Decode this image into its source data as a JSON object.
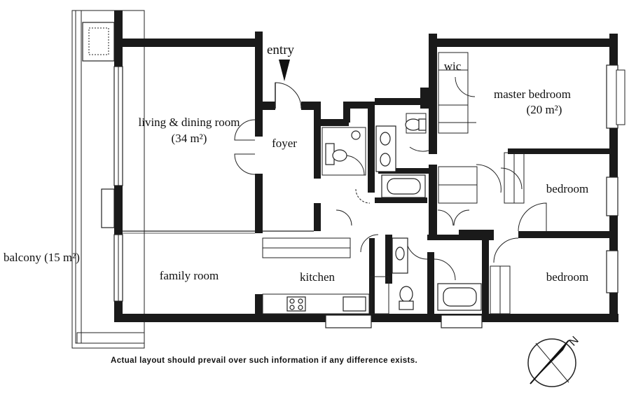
{
  "entry_label": "entry",
  "rooms": {
    "living_line1": "living & dining room",
    "living_line2": "(34 m²)",
    "foyer": "foyer",
    "wic": "wic",
    "master_line1": "master bedroom",
    "master_line2": "(20 m²)",
    "bedroom_upper": "bedroom",
    "bedroom_lower": "bedroom",
    "family": "family room",
    "kitchen": "kitchen",
    "balcony": "balcony (15 m²)"
  },
  "note": "Actual layout should prevail over such information if any difference exists.",
  "compass_label": "N",
  "colors": {
    "wall": "#1a1a1a",
    "line": "#222222",
    "background": "#ffffff"
  }
}
